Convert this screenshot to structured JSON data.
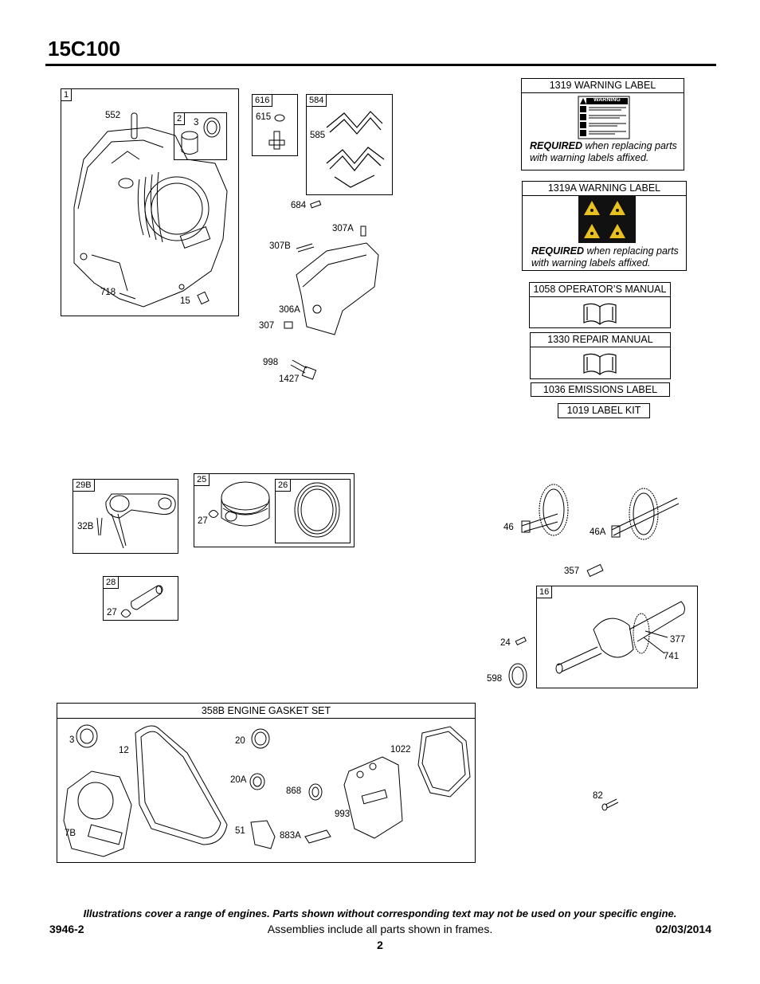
{
  "header": {
    "model": "15C100"
  },
  "frames": {
    "block": "1",
    "sleeve": "2",
    "dipstick": "616",
    "tube": "584",
    "rod": "29B",
    "piston": "25",
    "rings": "26",
    "pin": "28",
    "crank": "16"
  },
  "parts": {
    "p552": "552",
    "p3a": "3",
    "p718": "718",
    "p15": "15",
    "p615": "615",
    "p585": "585",
    "p684": "684",
    "p307A": "307A",
    "p307B": "307B",
    "p306A": "306A",
    "p307": "307",
    "p998": "998",
    "p1427": "1427",
    "p32B": "32B",
    "p27a": "27",
    "p27b": "27",
    "p46": "46",
    "p46A": "46A",
    "p357": "357",
    "p24": "24",
    "p598": "598",
    "p377": "377",
    "p741": "741",
    "p82": "82"
  },
  "gasket_set": {
    "title": "358B ENGINE GASKET SET",
    "items": {
      "g3": "3",
      "g12": "12",
      "g20": "20",
      "g20A": "20A",
      "g868": "868",
      "g1022": "1022",
      "g993": "993",
      "g7B": "7B",
      "g51": "51",
      "g883A": "883A"
    }
  },
  "labels": {
    "warning1": {
      "title": "1319 WARNING LABEL",
      "req": "REQUIRED",
      "req_text": " when replacing parts with warning labels affixed.",
      "sticker_word": "WARNING"
    },
    "warning2": {
      "title": "1319A WARNING LABEL",
      "req": "REQUIRED",
      "req_text": " when replacing parts with warning labels affixed."
    },
    "operators_manual": "1058 OPERATOR’S MANUAL",
    "repair_manual": "1330 REPAIR MANUAL",
    "emissions": "1036 EMISSIONS LABEL",
    "label_kit": "1019 LABEL KIT"
  },
  "footer": {
    "note": "Illustrations cover a range of engines. Parts shown without corresponding text may not be used on your specific engine.",
    "doc_number": "3946-2",
    "assemblies": "Assemblies include all parts shown in frames.",
    "date": "02/03/2014",
    "page": "2"
  }
}
